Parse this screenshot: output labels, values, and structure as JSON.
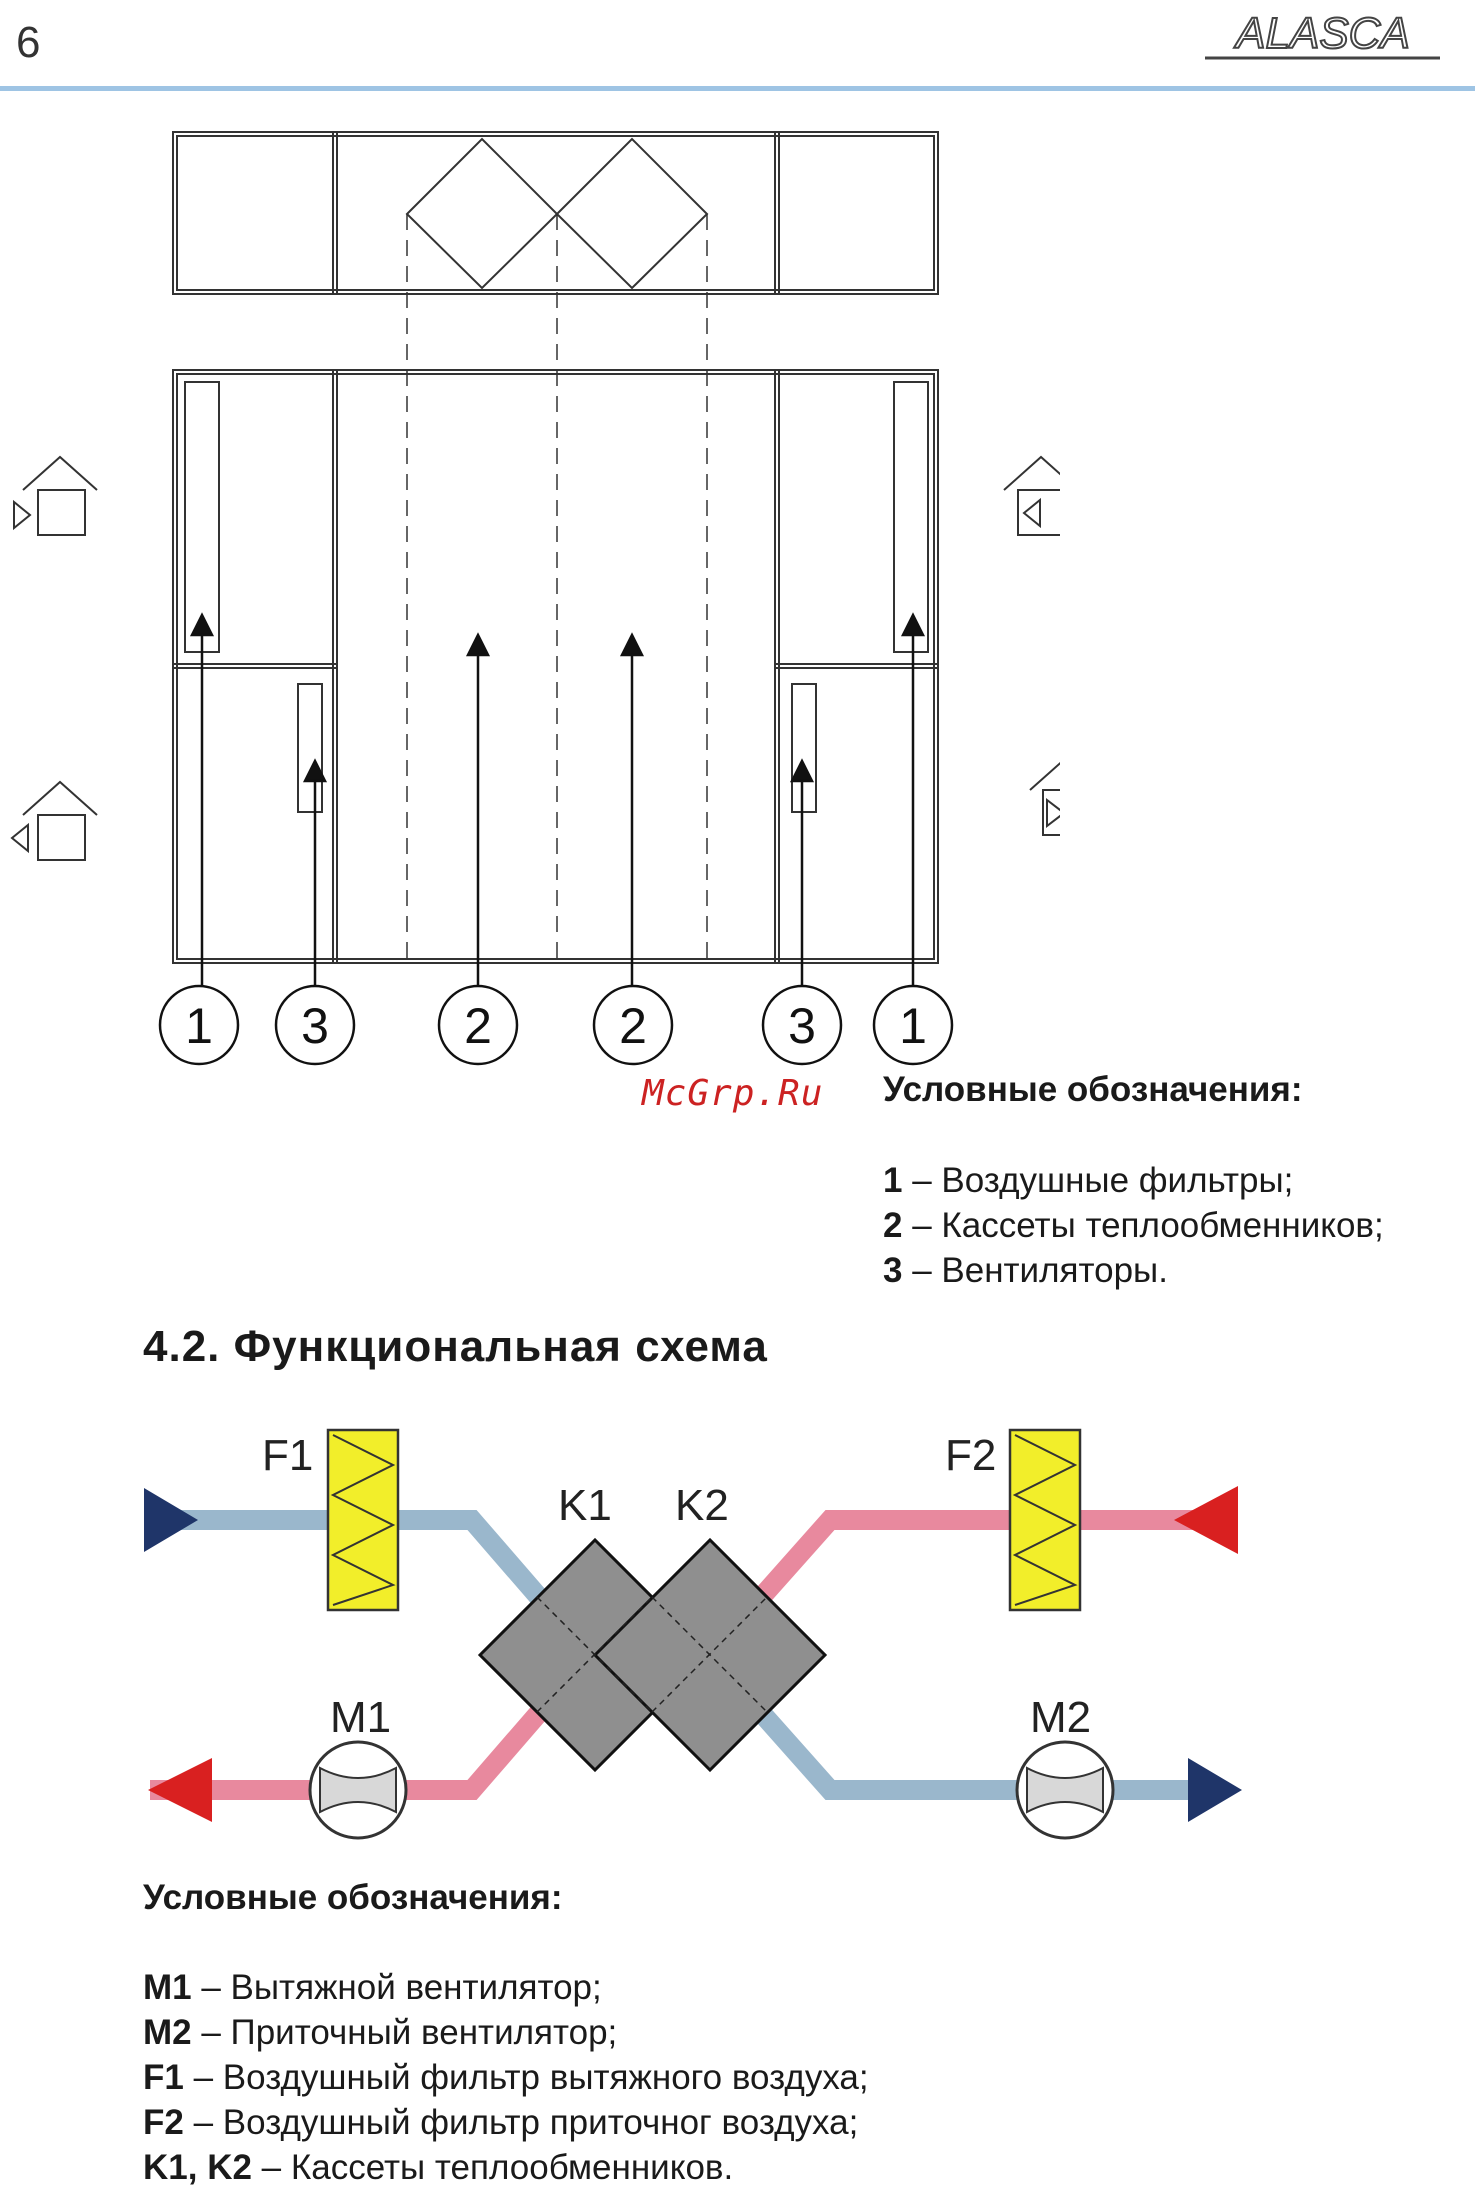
{
  "page": {
    "number": "6",
    "brand": "ALASCA"
  },
  "diagram1": {
    "callouts": [
      "1",
      "3",
      "2",
      "2",
      "3",
      "1"
    ]
  },
  "watermark": "McGrp.Ru",
  "legend1": {
    "title": "Условные обозначения:",
    "items": [
      {
        "key": "1",
        "text": " – Воздушные фильтры;"
      },
      {
        "key": "2",
        "text": " – Кассеты теплообменников;"
      },
      {
        "key": "3",
        "text": " – Вентиляторы."
      }
    ]
  },
  "section": {
    "heading": "4.2. Функциональная схема"
  },
  "diagram2": {
    "labels": {
      "f1": "F1",
      "f2": "F2",
      "k1": "K1",
      "k2": "K2",
      "m1": "M1",
      "m2": "M2"
    },
    "colors": {
      "cold_duct": "#9ab7cc",
      "warm_duct": "#e8899e",
      "filter": "#f2ee2a",
      "hex": "#8f8f8f",
      "arrow_blue": "#1f3569",
      "arrow_red": "#d92020"
    }
  },
  "legend2": {
    "title": "Условные обозначения:",
    "items": [
      {
        "key": "M1",
        "text": " – Вытяжной вентилятор;"
      },
      {
        "key": "M2",
        "text": " – Приточный вентилятор;"
      },
      {
        "key": "F1",
        "text": " – Воздушный фильтр вытяжного воздуха;"
      },
      {
        "key": "F2",
        "text": " – Воздушный фильтр приточног  воздуха;"
      },
      {
        "key": "K1, K2",
        "text": " – Кассеты теплообменников."
      }
    ]
  }
}
